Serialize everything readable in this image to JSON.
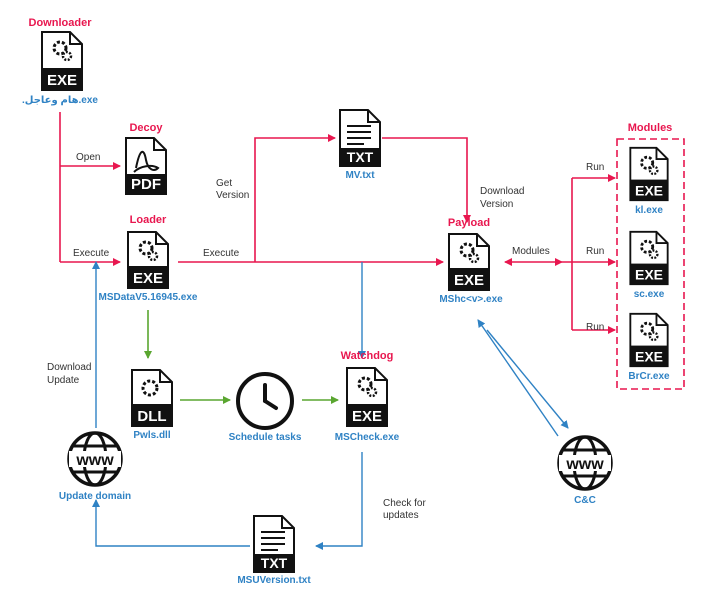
{
  "colors": {
    "pink": "#e8174f",
    "blue": "#2f82c4",
    "green": "#5aa630",
    "dark": "#111111"
  },
  "nodes": {
    "downloader": {
      "title": "Downloader",
      "file": ".هام وعاجل.exe",
      "icon": "exe-file-icon"
    },
    "decoy": {
      "title": "Decoy",
      "icon": "pdf-file-icon"
    },
    "loader": {
      "title": "Loader",
      "file": "MSDataV5.16945.exe",
      "icon": "exe-file-icon"
    },
    "mv": {
      "file": "MV.txt",
      "icon": "txt-file-icon"
    },
    "payload": {
      "title": "Payload",
      "file": "MShc<v>.exe",
      "icon": "exe-file-icon"
    },
    "modules": {
      "title": "Modules",
      "items": [
        {
          "file": "kl.exe",
          "icon": "exe-file-icon"
        },
        {
          "file": "sc.exe",
          "icon": "exe-file-icon"
        },
        {
          "file": "BrCr.exe",
          "icon": "exe-file-icon"
        }
      ]
    },
    "pwls": {
      "file": "Pwls.dll",
      "icon": "dll-file-icon"
    },
    "schedule": {
      "label": "Schedule tasks",
      "icon": "clock-icon"
    },
    "watchdog": {
      "title": "Watchdog",
      "file": "MSCheck.exe",
      "icon": "exe-file-icon"
    },
    "update_domain": {
      "label": "Update domain",
      "icon": "globe-www-icon"
    },
    "cnc": {
      "label": "C&C",
      "icon": "globe-www-icon"
    },
    "msuversion": {
      "file": "MSUVersion.txt",
      "icon": "txt-file-icon"
    }
  },
  "edge_labels": {
    "open": "Open",
    "execute_left": "Execute",
    "execute_mid": "Execute",
    "get_version_1": "Get",
    "get_version_2": "Version",
    "download_version_1": "Download",
    "download_version_2": "Version",
    "modules": "Modules",
    "run_1": "Run",
    "run_2": "Run",
    "run_3": "Run",
    "download_update_1": "Download",
    "download_update_2": "Update",
    "check_updates_1": "Check for",
    "check_updates_2": "updates"
  },
  "file_labels": {
    "exe": "EXE",
    "pdf": "PDF",
    "txt": "TXT",
    "dll": "DLL",
    "www": "www"
  }
}
